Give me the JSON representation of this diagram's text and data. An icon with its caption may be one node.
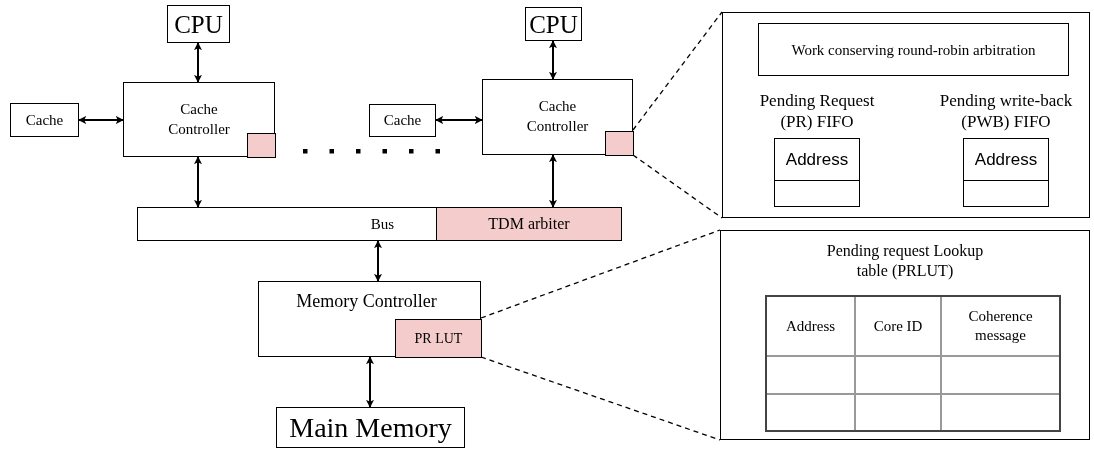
{
  "diagram": {
    "nodes": [
      {
        "text": [
          "CPU"
        ]
      },
      {
        "text": [
          "Cache Controller"
        ]
      },
      {
        "text": [],
        "shape": "box",
        "in": 1
      },
      {
        "text": [
          "Cache"
        ]
      },
      {
        "text": [
          "CPU"
        ]
      },
      {
        "text": [
          "Cache Controller"
        ]
      },
      {
        "text": [],
        "shape": "box",
        "in": 5
      },
      {
        "text": [
          "Cache"
        ]
      },
      {
        "text": [
          "Bus"
        ]
      },
      {
        "text": [
          "TDM arbiter"
        ]
      },
      {
        "text": [
          "Memory Controller"
        ]
      },
      {
        "text": [
          "PR LUT"
        ],
        "in": 10
      },
      {
        "text": [
          "Main Memory"
        ]
      },
      {
        "text": [],
        "shape": "box"
      },
      {
        "text": [
          "Work conserving round-robin arbitration"
        ],
        "in": 13
      },
      {
        "text": [
          "Pending Request (PR) FIFO",
          "Address"
        ],
        "in": 13
      },
      {
        "text": [
          "Pending write-back (PWB) FIFO",
          "Address"
        ],
        "in": 13
      },
      {
        "text": [
          "Pending request Lookup table (PRLUT)"
        ]
      }
    ],
    "edges": [
      {
        "from": 0,
        "to": 1,
        "arrow": "both"
      },
      {
        "from": 3,
        "to": 1,
        "arrow": "both"
      },
      {
        "from": 1,
        "to": 8,
        "arrow": "both"
      },
      {
        "from": 4,
        "to": 5,
        "arrow": "both"
      },
      {
        "from": 7,
        "to": 5,
        "arrow": "both"
      },
      {
        "from": 5,
        "to": 9,
        "arrow": "both"
      },
      {
        "from": 8,
        "to": 10,
        "arrow": "both"
      },
      {
        "from": 10,
        "to": 12,
        "arrow": "both"
      },
      {
        "from": 6,
        "to": 13,
        "arrow": "none",
        "style": "dashed"
      },
      {
        "from": 6,
        "to": 13,
        "arrow": "none",
        "style": "dashed"
      },
      {
        "from": 11,
        "to": 17,
        "arrow": "none",
        "style": "dashed"
      },
      {
        "from": 11,
        "to": 17,
        "arrow": "none",
        "style": "dashed"
      }
    ],
    "labels": [
      "Address",
      "Core ID",
      "Coherence message"
    ]
  }
}
